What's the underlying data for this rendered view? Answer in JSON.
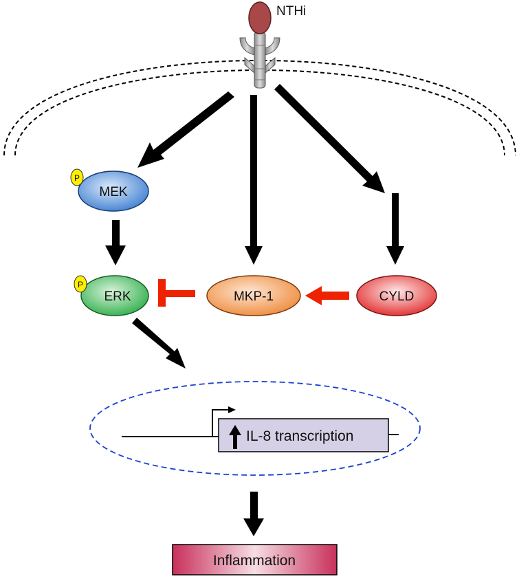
{
  "ligand": {
    "label": "NTHi"
  },
  "nodes": {
    "mek": {
      "label": "MEK",
      "phospho": "P"
    },
    "erk": {
      "label": "ERK",
      "phospho": "P"
    },
    "mkp1": {
      "label": "MKP-1"
    },
    "cyld": {
      "label": "CYLD"
    }
  },
  "gene": {
    "label": "IL-8 transcription"
  },
  "outcome": {
    "label": "Inflammation"
  },
  "colors": {
    "activation_arrow": "#000000",
    "inhibition": "#ee2200",
    "membrane": "#000000",
    "nucleus_outline": "#1a3fd1",
    "mek": "#3f7fd0",
    "erk": "#2fae4a",
    "mkp1": "#ee8a3a",
    "cyld": "#e02828",
    "phospho": "#ffee00",
    "gene_box": "#d6d0e6",
    "inflammation": "#c8305a",
    "ligand": "#a84848",
    "receptor": "#a0a0a0"
  }
}
